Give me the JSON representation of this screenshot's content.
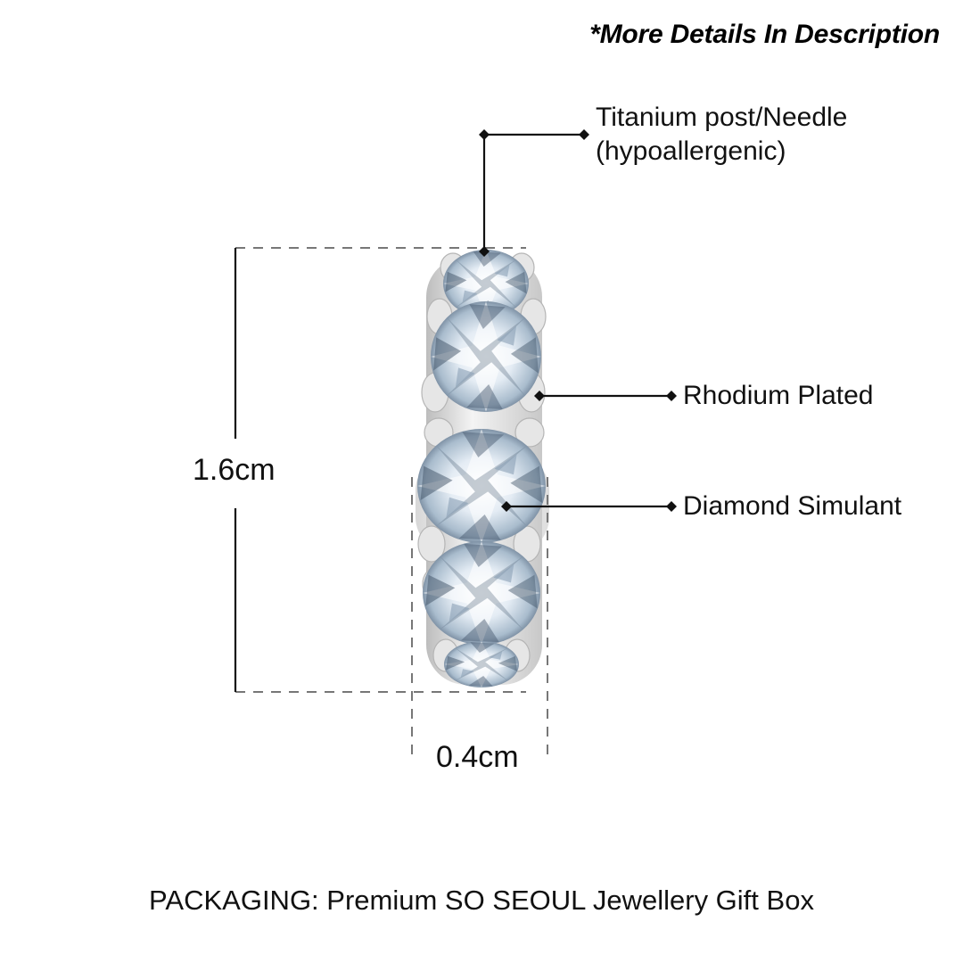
{
  "header": {
    "note": "*More Details In Description"
  },
  "product": {
    "name": "earring",
    "image_icon": "diamond-earring-illustration"
  },
  "callouts": [
    {
      "line1": "Titanium post/Needle",
      "line2": "(hypoallergenic)"
    },
    {
      "line1": "Rhodium Plated"
    },
    {
      "line1": "Diamond Simulant"
    }
  ],
  "dimensions": {
    "height": "1.6cm",
    "width": "0.4cm"
  },
  "footer": {
    "packaging": "PACKAGING: Premium SO SEOUL Jewellery Gift Box"
  },
  "colors": {
    "line": "#111111",
    "dashed": "#777777",
    "metal": "#d9d9d9",
    "gem_light": "#eef3f8",
    "gem_mid": "#a9bccd",
    "gem_dark": "#4b5e72"
  }
}
